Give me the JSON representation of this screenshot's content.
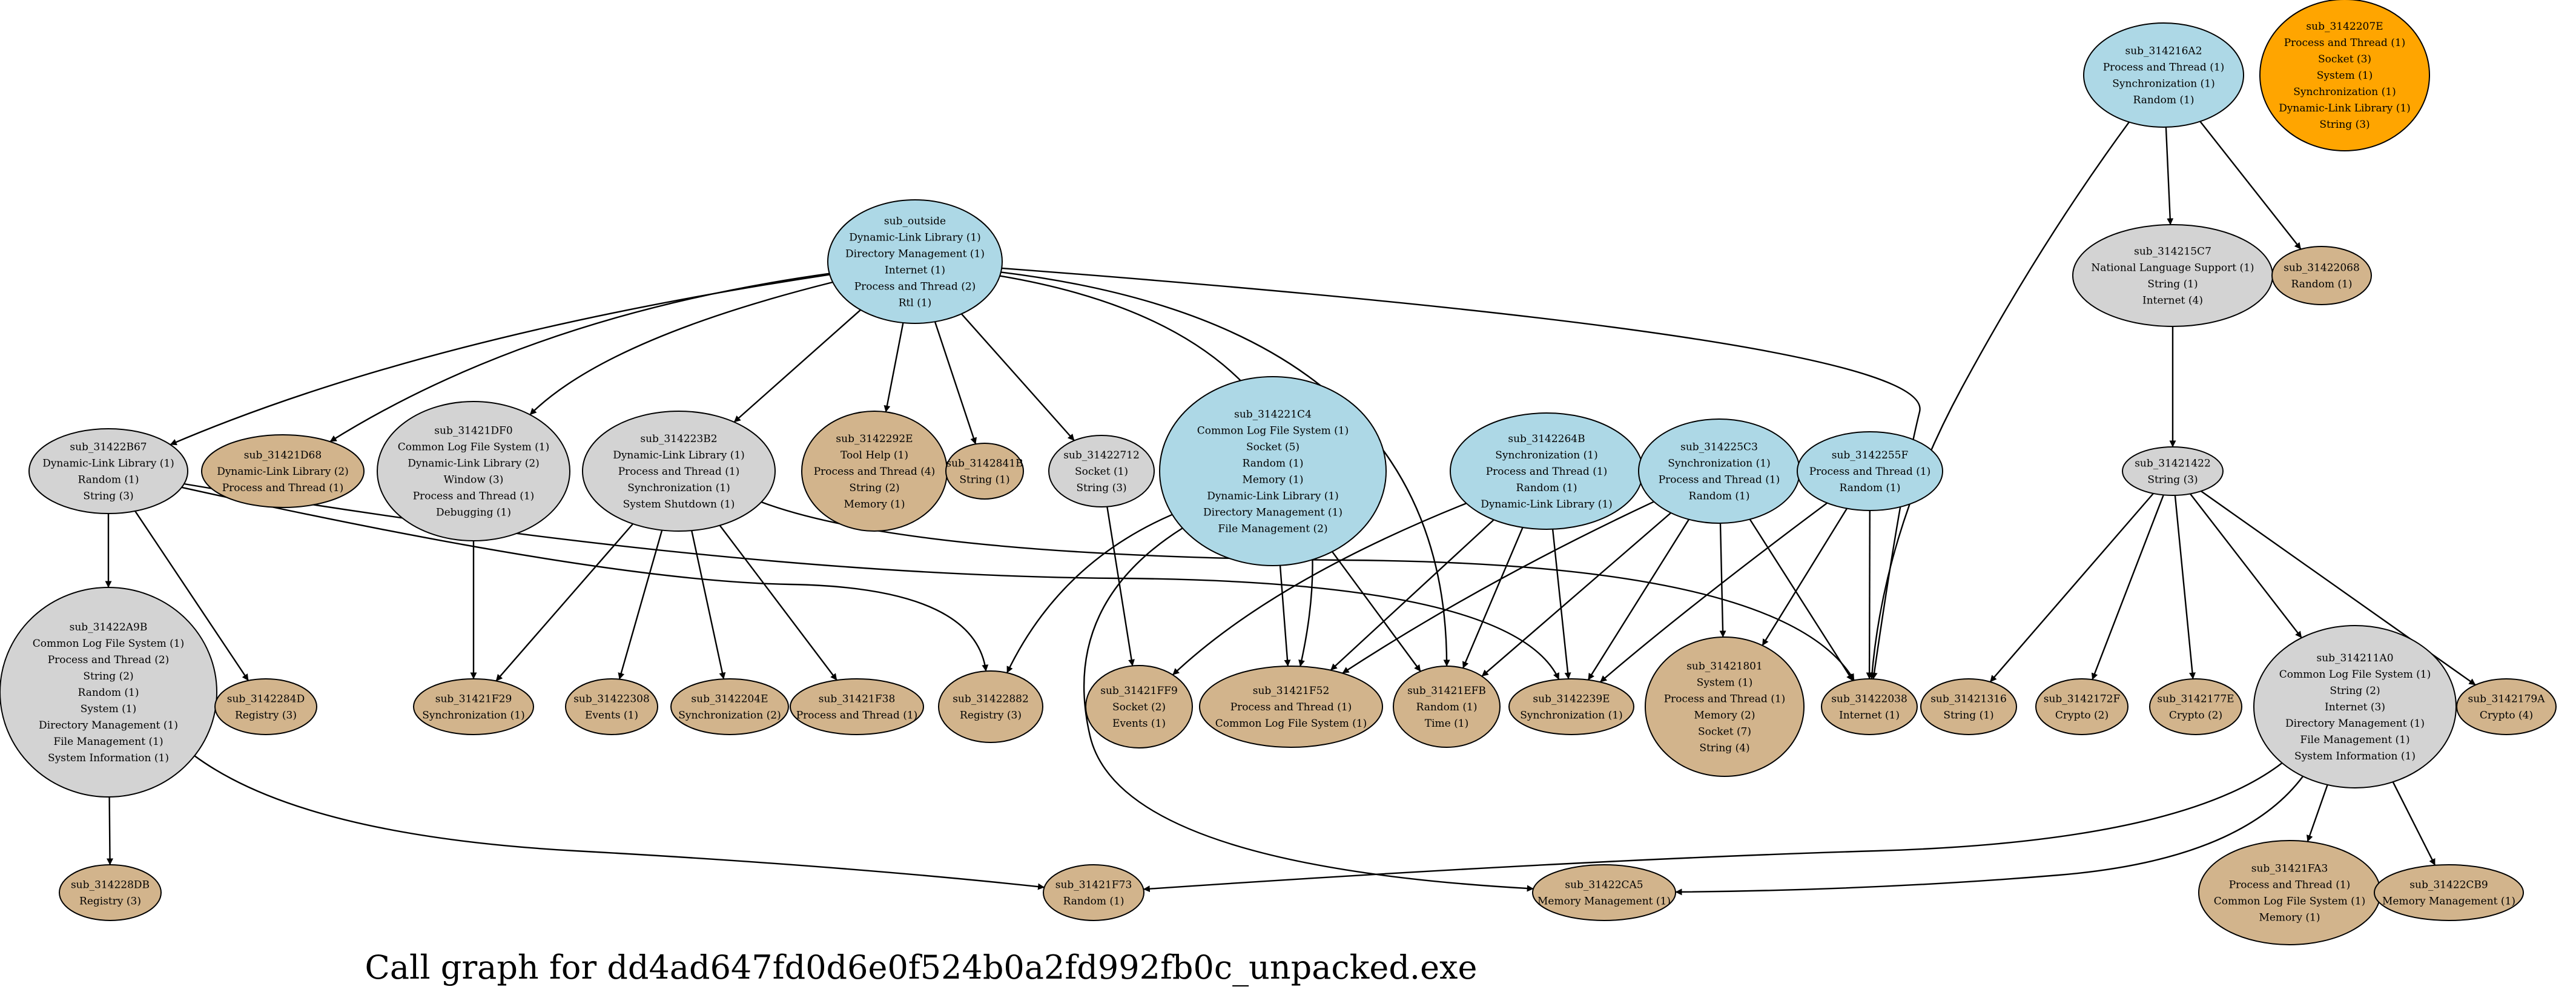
{
  "title": "Call graph for dd4ad647fd0d6e0f524b0a2fd992fb0c_unpacked.exe",
  "colors": {
    "blue": "#add8e6",
    "gray": "#d3d3d3",
    "tan": "#d2b48c",
    "orange": "#ffa500",
    "edge": "#000000"
  },
  "nodes": [
    {
      "id": "sub_outside",
      "color": "blue",
      "lines": [
        "sub_outside",
        "Dynamic-Link Library (1)",
        "Directory Management (1)",
        "Internet (1)",
        "Process and Thread (2)",
        "Rtl (1)"
      ]
    },
    {
      "id": "sub_31422B67",
      "color": "gray",
      "lines": [
        "sub_31422B67",
        "Dynamic-Link Library (1)",
        "Random (1)",
        "String (3)"
      ]
    },
    {
      "id": "sub_31421D68",
      "color": "tan",
      "lines": [
        "sub_31421D68",
        "Dynamic-Link Library (2)",
        "Process and Thread (1)"
      ]
    },
    {
      "id": "sub_31421DF0",
      "color": "gray",
      "lines": [
        "sub_31421DF0",
        "Common Log File System (1)",
        "Dynamic-Link Library (2)",
        "Window (3)",
        "Process and Thread (1)",
        "Debugging (1)"
      ]
    },
    {
      "id": "sub_314223B2",
      "color": "gray",
      "lines": [
        "sub_314223B2",
        "Dynamic-Link Library (1)",
        "Process and Thread (1)",
        "Synchronization (1)",
        "System Shutdown (1)"
      ]
    },
    {
      "id": "sub_3142292E",
      "color": "tan",
      "lines": [
        "sub_3142292E",
        "Tool Help (1)",
        "Process and Thread (4)",
        "String (2)",
        "Memory (1)"
      ]
    },
    {
      "id": "sub_3142841B",
      "color": "tan",
      "lines": [
        "sub_3142841B",
        "String (1)"
      ]
    },
    {
      "id": "sub_31422712",
      "color": "gray",
      "lines": [
        "sub_31422712",
        "Socket (1)",
        "String (3)"
      ]
    },
    {
      "id": "sub_314221C4",
      "color": "blue",
      "lines": [
        "sub_314221C4",
        "Common Log File System (1)",
        "Socket (5)",
        "Random (1)",
        "Memory (1)",
        "Dynamic-Link Library (1)",
        "Directory Management (1)",
        "File Management (2)"
      ]
    },
    {
      "id": "sub_3142264B",
      "color": "blue",
      "lines": [
        "sub_3142264B",
        "Synchronization (1)",
        "Process and Thread (1)",
        "Random (1)",
        "Dynamic-Link Library (1)"
      ]
    },
    {
      "id": "sub_314225C3",
      "color": "blue",
      "lines": [
        "sub_314225C3",
        "Synchronization (1)",
        "Process and Thread (1)",
        "Random (1)"
      ]
    },
    {
      "id": "sub_3142255F",
      "color": "blue",
      "lines": [
        "sub_3142255F",
        "Process and Thread (1)",
        "Random (1)"
      ]
    },
    {
      "id": "sub_314216A2",
      "color": "blue",
      "lines": [
        "sub_314216A2",
        "Process and Thread (1)",
        "Synchronization (1)",
        "Random (1)"
      ]
    },
    {
      "id": "sub_3142207E",
      "color": "orange",
      "lines": [
        "sub_3142207E",
        "Process and Thread (1)",
        "Socket (3)",
        "System (1)",
        "Synchronization (1)",
        "Dynamic-Link Library (1)",
        "String (3)"
      ]
    },
    {
      "id": "sub_314215C7",
      "color": "gray",
      "lines": [
        "sub_314215C7",
        "National Language Support (1)",
        "String (1)",
        "Internet (4)"
      ]
    },
    {
      "id": "sub_31422068",
      "color": "tan",
      "lines": [
        "sub_31422068",
        "Random (1)"
      ]
    },
    {
      "id": "sub_31421422",
      "color": "gray",
      "lines": [
        "sub_31421422",
        "String (3)"
      ]
    },
    {
      "id": "sub_31422A9B",
      "color": "gray",
      "lines": [
        "sub_31422A9B",
        "Common Log File System (1)",
        "Process and Thread (2)",
        "String (2)",
        "Random (1)",
        "System (1)",
        "Directory Management (1)",
        "File Management (1)",
        "System Information (1)"
      ]
    },
    {
      "id": "sub_3142284D",
      "color": "tan",
      "lines": [
        "sub_3142284D",
        "Registry (3)"
      ]
    },
    {
      "id": "sub_31421F29",
      "color": "tan",
      "lines": [
        "sub_31421F29",
        "Synchronization (1)"
      ]
    },
    {
      "id": "sub_31422308",
      "color": "tan",
      "lines": [
        "sub_31422308",
        "Events (1)"
      ]
    },
    {
      "id": "sub_3142204E",
      "color": "tan",
      "lines": [
        "sub_3142204E",
        "Synchronization (2)"
      ]
    },
    {
      "id": "sub_31421F38",
      "color": "tan",
      "lines": [
        "sub_31421F38",
        "Process and Thread (1)"
      ]
    },
    {
      "id": "sub_31422882",
      "color": "tan",
      "lines": [
        "sub_31422882",
        "Registry (3)"
      ]
    },
    {
      "id": "sub_31421FF9",
      "color": "tan",
      "lines": [
        "sub_31421FF9",
        "Socket (2)",
        "Events (1)"
      ]
    },
    {
      "id": "sub_31421F52",
      "color": "tan",
      "lines": [
        "sub_31421F52",
        "Process and Thread (1)",
        "Common Log File System (1)"
      ]
    },
    {
      "id": "sub_31421EFB",
      "color": "tan",
      "lines": [
        "sub_31421EFB",
        "Random (1)",
        "Time (1)"
      ]
    },
    {
      "id": "sub_3142239E",
      "color": "tan",
      "lines": [
        "sub_3142239E",
        "Synchronization (1)"
      ]
    },
    {
      "id": "sub_31421801",
      "color": "tan",
      "lines": [
        "sub_31421801",
        "System (1)",
        "Process and Thread (1)",
        "Memory (2)",
        "Socket (7)",
        "String (4)"
      ]
    },
    {
      "id": "sub_31422038",
      "color": "tan",
      "lines": [
        "sub_31422038",
        "Internet (1)"
      ]
    },
    {
      "id": "sub_31421316",
      "color": "tan",
      "lines": [
        "sub_31421316",
        "String (1)"
      ]
    },
    {
      "id": "sub_3142172F",
      "color": "tan",
      "lines": [
        "sub_3142172F",
        "Crypto (2)"
      ]
    },
    {
      "id": "sub_3142177E",
      "color": "tan",
      "lines": [
        "sub_3142177E",
        "Crypto (2)"
      ]
    },
    {
      "id": "sub_314211A0",
      "color": "gray",
      "lines": [
        "sub_314211A0",
        "Common Log File System (1)",
        "String (2)",
        "Internet (3)",
        "Directory Management (1)",
        "File Management (1)",
        "System Information (1)"
      ]
    },
    {
      "id": "sub_3142179A",
      "color": "tan",
      "lines": [
        "sub_3142179A",
        "Crypto (4)"
      ]
    },
    {
      "id": "sub_314228DB",
      "color": "tan",
      "lines": [
        "sub_314228DB",
        "Registry (3)"
      ]
    },
    {
      "id": "sub_31421F73",
      "color": "tan",
      "lines": [
        "sub_31421F73",
        "Random (1)"
      ]
    },
    {
      "id": "sub_31422CA5",
      "color": "tan",
      "lines": [
        "sub_31422CA5",
        "Memory Management (1)"
      ]
    },
    {
      "id": "sub_31421FA3",
      "color": "tan",
      "lines": [
        "sub_31421FA3",
        "Process and Thread (1)",
        "Common Log File System (1)",
        "Memory (1)"
      ]
    },
    {
      "id": "sub_31422CB9",
      "color": "tan",
      "lines": [
        "sub_31422CB9",
        "Memory Management (1)"
      ]
    }
  ],
  "edges": [
    [
      "sub_outside",
      "sub_31422B67"
    ],
    [
      "sub_outside",
      "sub_31421D68"
    ],
    [
      "sub_outside",
      "sub_31421DF0"
    ],
    [
      "sub_outside",
      "sub_314223B2"
    ],
    [
      "sub_outside",
      "sub_3142292E"
    ],
    [
      "sub_outside",
      "sub_3142841B"
    ],
    [
      "sub_outside",
      "sub_31422712"
    ],
    [
      "sub_outside",
      "sub_31421F52"
    ],
    [
      "sub_outside",
      "sub_31421EFB"
    ],
    [
      "sub_outside",
      "sub_31422038"
    ],
    [
      "sub_31422B67",
      "sub_31422A9B"
    ],
    [
      "sub_31422B67",
      "sub_3142284D"
    ],
    [
      "sub_31422B67",
      "sub_31422882"
    ],
    [
      "sub_31422B67",
      "sub_3142239E"
    ],
    [
      "sub_31421DF0",
      "sub_31421F29"
    ],
    [
      "sub_314223B2",
      "sub_31421F29"
    ],
    [
      "sub_314223B2",
      "sub_31422308"
    ],
    [
      "sub_314223B2",
      "sub_3142204E"
    ],
    [
      "sub_314223B2",
      "sub_31421F38"
    ],
    [
      "sub_314223B2",
      "sub_31422038"
    ],
    [
      "sub_31422712",
      "sub_31421FF9"
    ],
    [
      "sub_314221C4",
      "sub_31422882"
    ],
    [
      "sub_314221C4",
      "sub_31421F52"
    ],
    [
      "sub_314221C4",
      "sub_31421EFB"
    ],
    [
      "sub_314221C4",
      "sub_31422CA5"
    ],
    [
      "sub_3142264B",
      "sub_31421FF9"
    ],
    [
      "sub_3142264B",
      "sub_31421F52"
    ],
    [
      "sub_3142264B",
      "sub_31421EFB"
    ],
    [
      "sub_3142264B",
      "sub_3142239E"
    ],
    [
      "sub_314225C3",
      "sub_31421F52"
    ],
    [
      "sub_314225C3",
      "sub_31421EFB"
    ],
    [
      "sub_314225C3",
      "sub_3142239E"
    ],
    [
      "sub_314225C3",
      "sub_31421801"
    ],
    [
      "sub_314225C3",
      "sub_31422038"
    ],
    [
      "sub_3142255F",
      "sub_3142239E"
    ],
    [
      "sub_3142255F",
      "sub_31421801"
    ],
    [
      "sub_3142255F",
      "sub_31422038"
    ],
    [
      "sub_314216A2",
      "sub_314215C7"
    ],
    [
      "sub_314216A2",
      "sub_31422068"
    ],
    [
      "sub_314216A2",
      "sub_31422038"
    ],
    [
      "sub_314215C7",
      "sub_31421422"
    ],
    [
      "sub_31421422",
      "sub_31421316"
    ],
    [
      "sub_31421422",
      "sub_3142172F"
    ],
    [
      "sub_31421422",
      "sub_3142177E"
    ],
    [
      "sub_31421422",
      "sub_314211A0"
    ],
    [
      "sub_31421422",
      "sub_3142179A"
    ],
    [
      "sub_31422A9B",
      "sub_314228DB"
    ],
    [
      "sub_31422A9B",
      "sub_31421F73"
    ],
    [
      "sub_314211A0",
      "sub_31421F73"
    ],
    [
      "sub_314211A0",
      "sub_31422CA5"
    ],
    [
      "sub_314211A0",
      "sub_31421FA3"
    ],
    [
      "sub_314211A0",
      "sub_31422CB9"
    ]
  ]
}
